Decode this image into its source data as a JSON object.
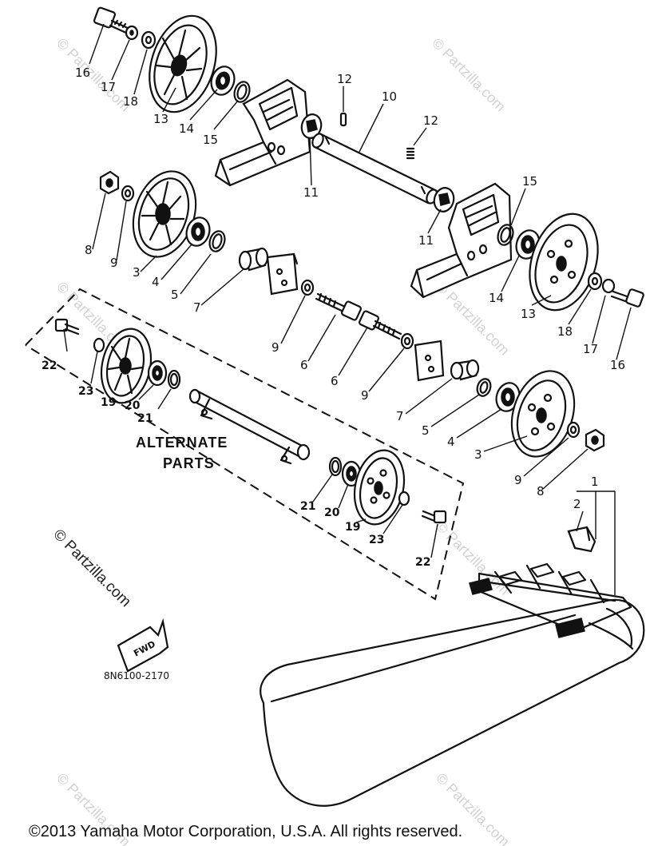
{
  "diagram": {
    "part_numbers": {
      "p1": "1",
      "p2": "2",
      "p3": "3",
      "p4": "4",
      "p5": "5",
      "p6": "6",
      "p7": "7",
      "p8": "8",
      "p9": "9",
      "p10": "10",
      "p11": "11",
      "p12": "12",
      "p13": "13",
      "p14": "14",
      "p15": "15",
      "p16": "16",
      "p17": "17",
      "p18": "18",
      "p19": "19",
      "p20": "20",
      "p21": "21",
      "p22": "22",
      "p23": "23"
    },
    "alternate_label_line1": "ALTERNATE",
    "alternate_label_line2": "PARTS",
    "fwd_label": "FWD",
    "diagram_code": "8N6100-2170",
    "watermark": "© Partzilla.com",
    "copyright": "©2013  Yamaha Motor Corporation, U.S.A. All rights reserved."
  }
}
